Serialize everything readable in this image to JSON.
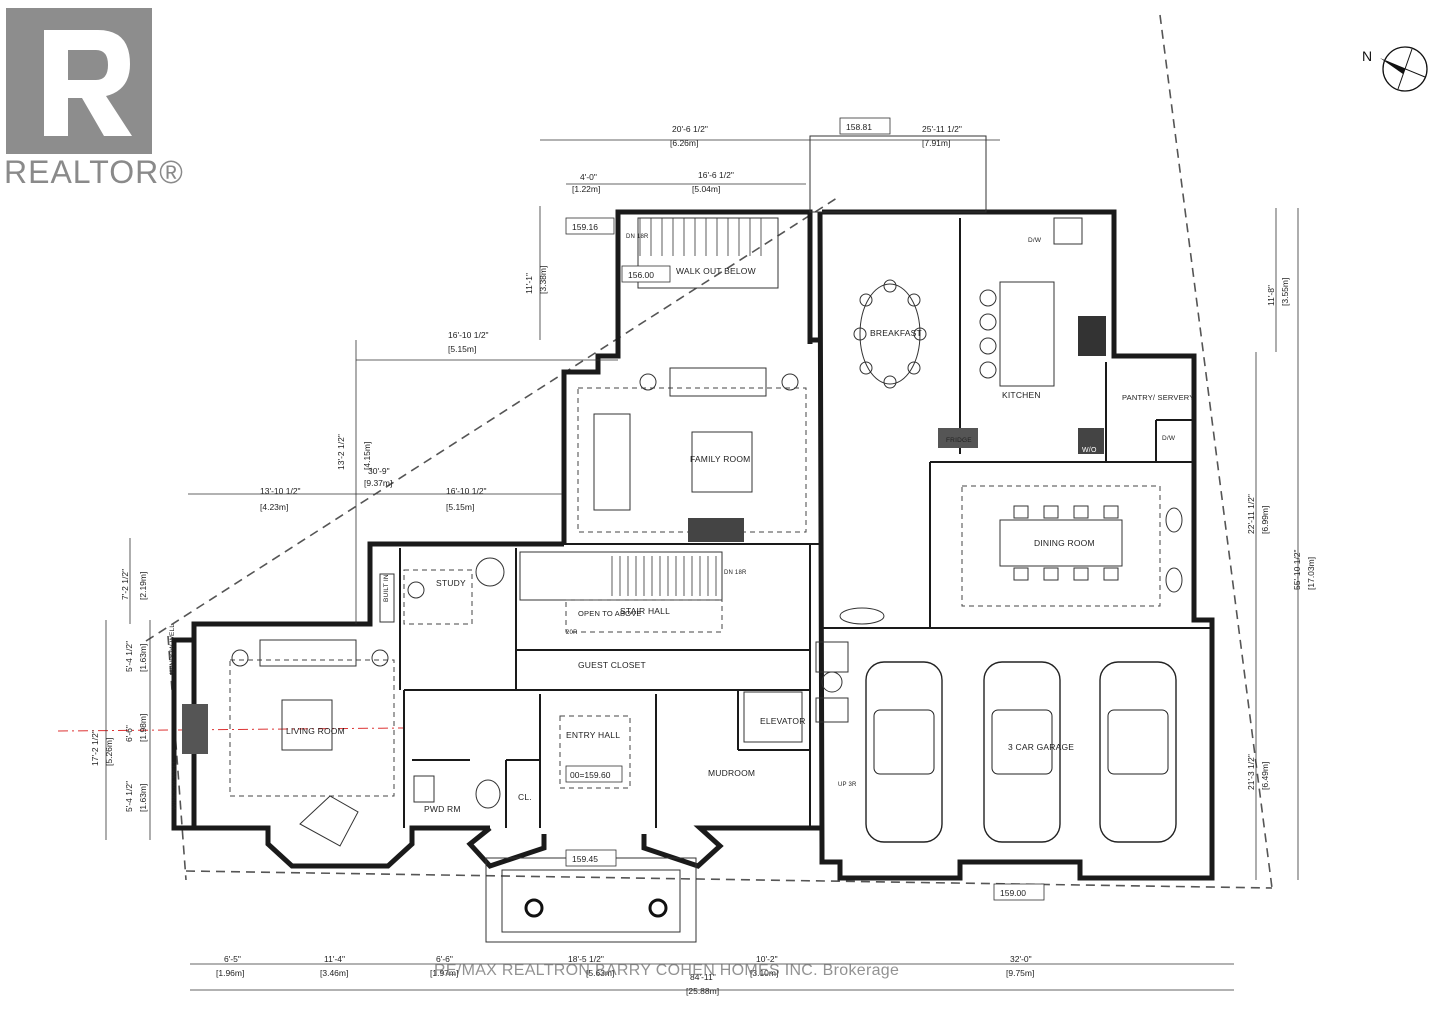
{
  "logo": {
    "wordmark": "REALTOR®",
    "icon": "realtor-r-icon"
  },
  "north_label": "N",
  "watermark": "RE/MAX REALTRON BARRY COHEN HOMES INC. Brokerage",
  "rooms": {
    "breakfast": "BREAKFAST",
    "kitchen": "KITCHEN",
    "pantry": "PANTRY/ SERVERY",
    "family": "FAMILY ROOM",
    "dining": "DINING ROOM",
    "study": "STUDY",
    "stair_hall": "STAIR HALL",
    "open_above": "OPEN TO ABOVE",
    "guest_closet": "GUEST CLOSET",
    "living": "LIVING ROOM",
    "entry": "ENTRY HALL",
    "pwd": "PWD RM",
    "cl": "CL.",
    "mudroom": "MUDROOM",
    "elevator": "ELEVATOR",
    "garage": "3 CAR GARAGE",
    "walkout": "WALK OUT BELOW",
    "window_well_1": "WINDOW WELL",
    "window_well_2": "WINDOW WELL",
    "built_in": "BUILT IN",
    "fridge": "FRIDGE",
    "wo": "W/O",
    "dw1": "D/W",
    "dw2": "D/W",
    "dn": "DN 18R",
    "dn2": "DN 18R",
    "r20": "20R",
    "up3r": "UP 3R"
  },
  "elevations": {
    "e1": "158.81",
    "e2": "159.16",
    "e3": "156.00",
    "e4": "00=159.60",
    "e5": "159.45",
    "e6": "159.00"
  },
  "dimensions": {
    "top_left": {
      "ft": "20'-6 1/2\"",
      "m": "[6.26m]"
    },
    "top_right": {
      "ft": "25'-11 1/2\"",
      "m": "[7.91m]"
    },
    "top_4ft": {
      "ft": "4'-0\"",
      "m": "[1.22m]"
    },
    "top_16_6": {
      "ft": "16'-6 1/2\"",
      "m": "[5.04m]"
    },
    "left_11_1": {
      "ft": "11'-1\"",
      "m": "[3.38m]"
    },
    "mid_16_10a": {
      "ft": "16'-10 1/2\"",
      "m": "[5.15m]"
    },
    "mid_13_10": {
      "ft": "13'-10 1/2\"",
      "m": "[4.23m]"
    },
    "mid_16_10b": {
      "ft": "16'-10 1/2\"",
      "m": "[5.15m]"
    },
    "mid_30_9": {
      "ft": "30'-9\"",
      "m": "[9.37m]"
    },
    "mid_13_2": {
      "ft": "13'-2 1/2\"",
      "m": "[4.15m]"
    },
    "left_7_2": {
      "ft": "7'-2 1/2\"",
      "m": "[2.19m]"
    },
    "left_5_4a": {
      "ft": "5'-4 1/2\"",
      "m": "[1.63m]"
    },
    "left_6_6": {
      "ft": "6'-6\"",
      "m": "[1.98m]"
    },
    "left_5_4b": {
      "ft": "5'-4 1/2\"",
      "m": "[1.63m]"
    },
    "left_17_2": {
      "ft": "17'-2 1/2\"",
      "m": "[5.26m]"
    },
    "right_11_8": {
      "ft": "11'-8\"",
      "m": "[3.55m]"
    },
    "right_22_11": {
      "ft": "22'-11 1/2\"",
      "m": "[6.99m]"
    },
    "right_55_10": {
      "ft": "55'-10 1/2\"",
      "m": "[17.03m]"
    },
    "right_21_3": {
      "ft": "21'-3 1/2\"",
      "m": "[6.49m]"
    },
    "bot_6_5": {
      "ft": "6'-5\"",
      "m": "[1.96m]"
    },
    "bot_11_4": {
      "ft": "11'-4\"",
      "m": "[3.46m]"
    },
    "bot_6_6": {
      "ft": "6'-6\"",
      "m": "[1.97m]"
    },
    "bot_18_5": {
      "ft": "18'-5 1/2\"",
      "m": "[5.63m]"
    },
    "bot_10_2": {
      "ft": "10'-2\"",
      "m": "[3.10m]"
    },
    "bot_32_0": {
      "ft": "32'-0\"",
      "m": "[9.75m]"
    },
    "bot_84_11": {
      "ft": "84'-11\"",
      "m": "[25.88m]"
    }
  }
}
